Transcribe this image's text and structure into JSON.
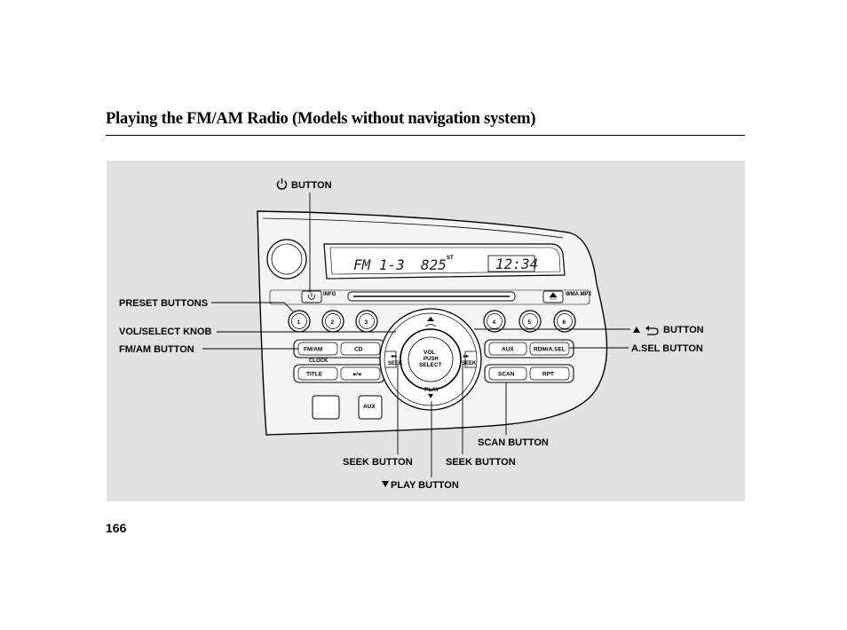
{
  "header": {
    "title": "Playing the FM/AM Radio (Models without navigation system)"
  },
  "page_number": "166",
  "callouts": {
    "power_button": "BUTTON",
    "preset_buttons": "PRESET BUTTONS",
    "vol_select_knob": "VOL/SELECT KNOB",
    "fm_am_button": "FM/AM BUTTON",
    "eject_button": "BUTTON",
    "asel_button": "A.SEL BUTTON",
    "scan_button": "SCAN BUTTON",
    "seek_button_left": "SEEK BUTTON",
    "seek_button_right": "SEEK BUTTON",
    "play_button": "PLAY BUTTON"
  },
  "display": {
    "band": "FM 1-3",
    "frequency": "825",
    "stereo": "ST",
    "clock": "12:34"
  },
  "unit_labels": {
    "preset_1": "1",
    "preset_2": "2",
    "preset_3": "3",
    "preset_4": "4",
    "preset_5": "5",
    "preset_6": "6",
    "fm_am": "FM/AM",
    "cd": "CD",
    "clock": "CLOCK",
    "title": "TITLE",
    "aux_small": "AUX",
    "rdm_asel": "RDM/A.SEL",
    "scan": "SCAN",
    "rpt": "RPT",
    "aux_port": "AUX",
    "vol": "VOL",
    "push": "PUSH",
    "select": "SELECT",
    "play": "PLAY",
    "wma_mp3": "WMA MP3",
    "info": "INFO",
    "seek_left": "SEEK",
    "seek_right": "SEEK"
  },
  "icons": {
    "power": "power-icon",
    "eject": "eject-icon",
    "return": "return-arrow-icon",
    "play_down": "down-triangle-icon",
    "up": "up-triangle-icon"
  }
}
